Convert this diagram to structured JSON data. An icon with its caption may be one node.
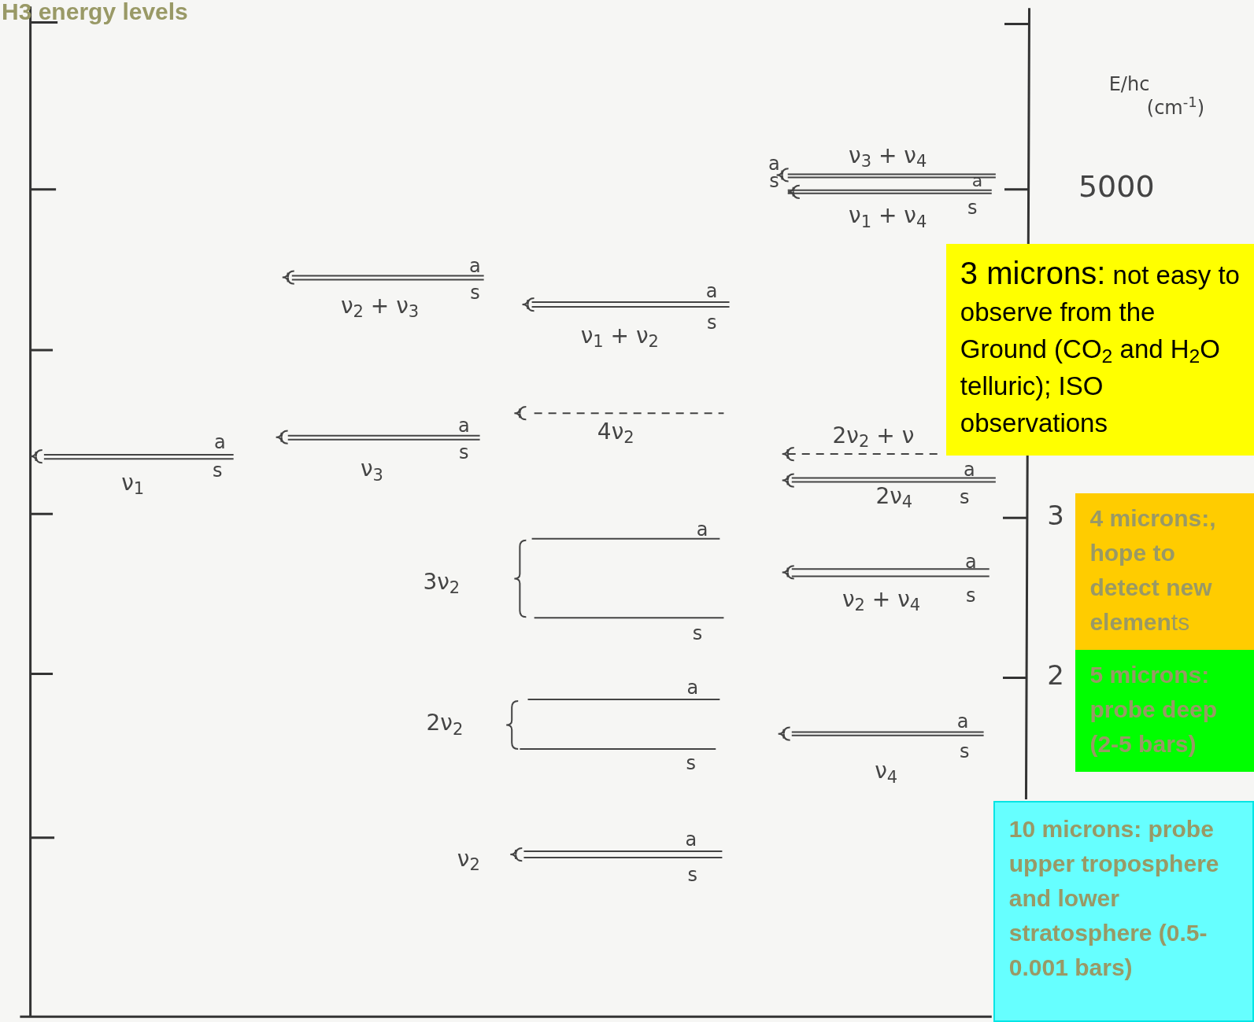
{
  "diagram": {
    "title": "H3 energy levels",
    "nodes": [
      {
        "text": [
          "3 microns:",
          "not easy to observe from the Ground (CO$_{2}$ and H$_{2}$O telluric); ISO observations"
        ]
      },
      {
        "text": [
          "**4 microns:, hope to detect new elemen**ts"
        ]
      },
      {
        "text": [
          "5 microns: probe deep (2-5 bars)"
        ]
      },
      {
        "text": [
          "10 microns: probe upper troposphere and lower stratosphere (0.5-0.001 bars)"
        ]
      }
    ],
    "labels": [
      "E/hc",
      "(cm$^{-1}$)",
      "ν$_{3}$ + ν$_{4}$",
      "a",
      "s",
      "a",
      "5000",
      "ν$_{1}$ + ν$_{4}$",
      "s",
      "a",
      "s",
      "ν$_{2}$ + ν$_{3}$",
      "a",
      "s",
      "ν$_{1}$ + ν$_{2}$",
      "4ν$_{2}$",
      "a",
      "a",
      "2ν$_{2}$ + ν",
      "ν$_{1}$",
      "s",
      "ν$_{3}$",
      "s",
      "a",
      "2ν$_{4}$",
      "s",
      "3",
      "a",
      "3ν$_{2}$",
      "a",
      "ν$_{2}$ + ν$_{4}$",
      "s",
      "s",
      "2",
      "a",
      "2ν$_{2}$",
      "a",
      "ν$_{4}$",
      "s",
      "s",
      "a",
      "ν$_{2}$",
      "s"
    ]
  }
}
